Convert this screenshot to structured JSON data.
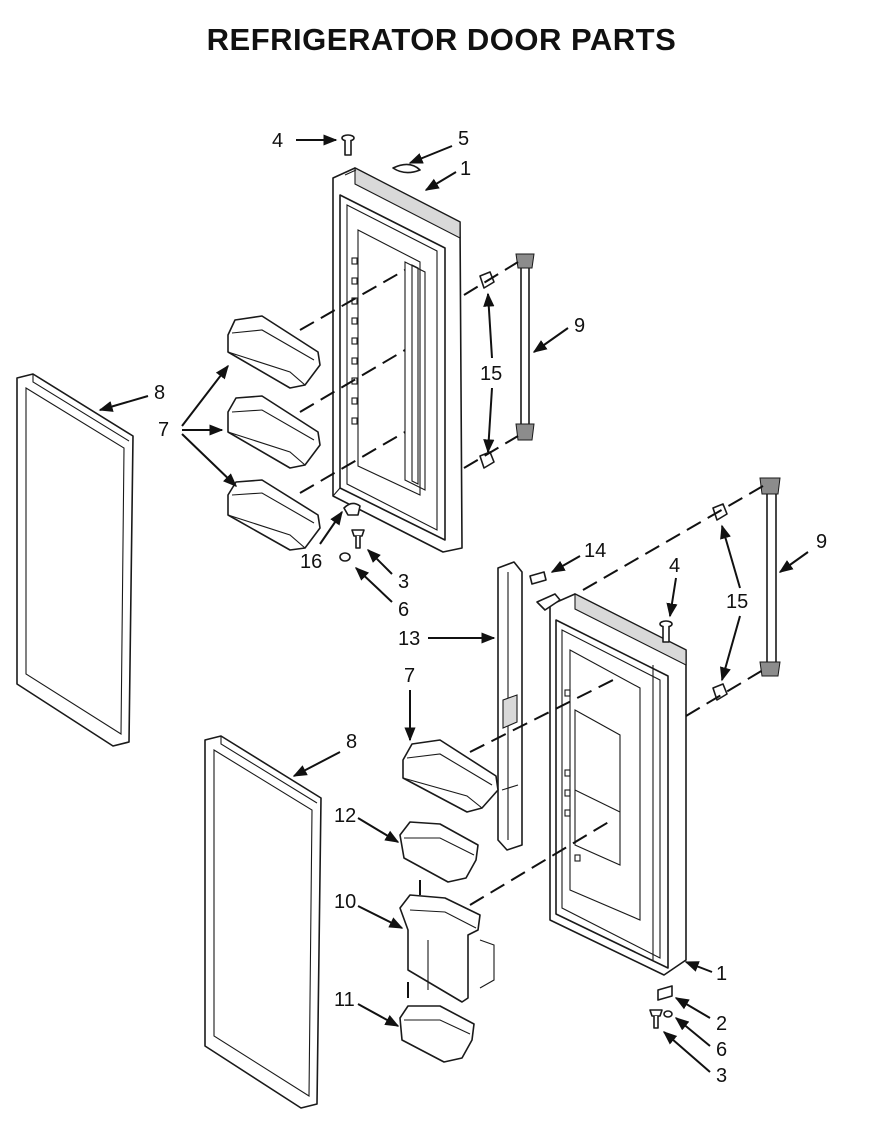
{
  "title": "REFRIGERATOR DOOR PARTS",
  "callouts": [
    "4",
    "5",
    "1",
    "9",
    "15",
    "8",
    "7",
    "16",
    "3",
    "6",
    "14",
    "13",
    "4",
    "15",
    "9",
    "7",
    "8",
    "12",
    "10",
    "11",
    "1",
    "2",
    "6",
    "3"
  ]
}
